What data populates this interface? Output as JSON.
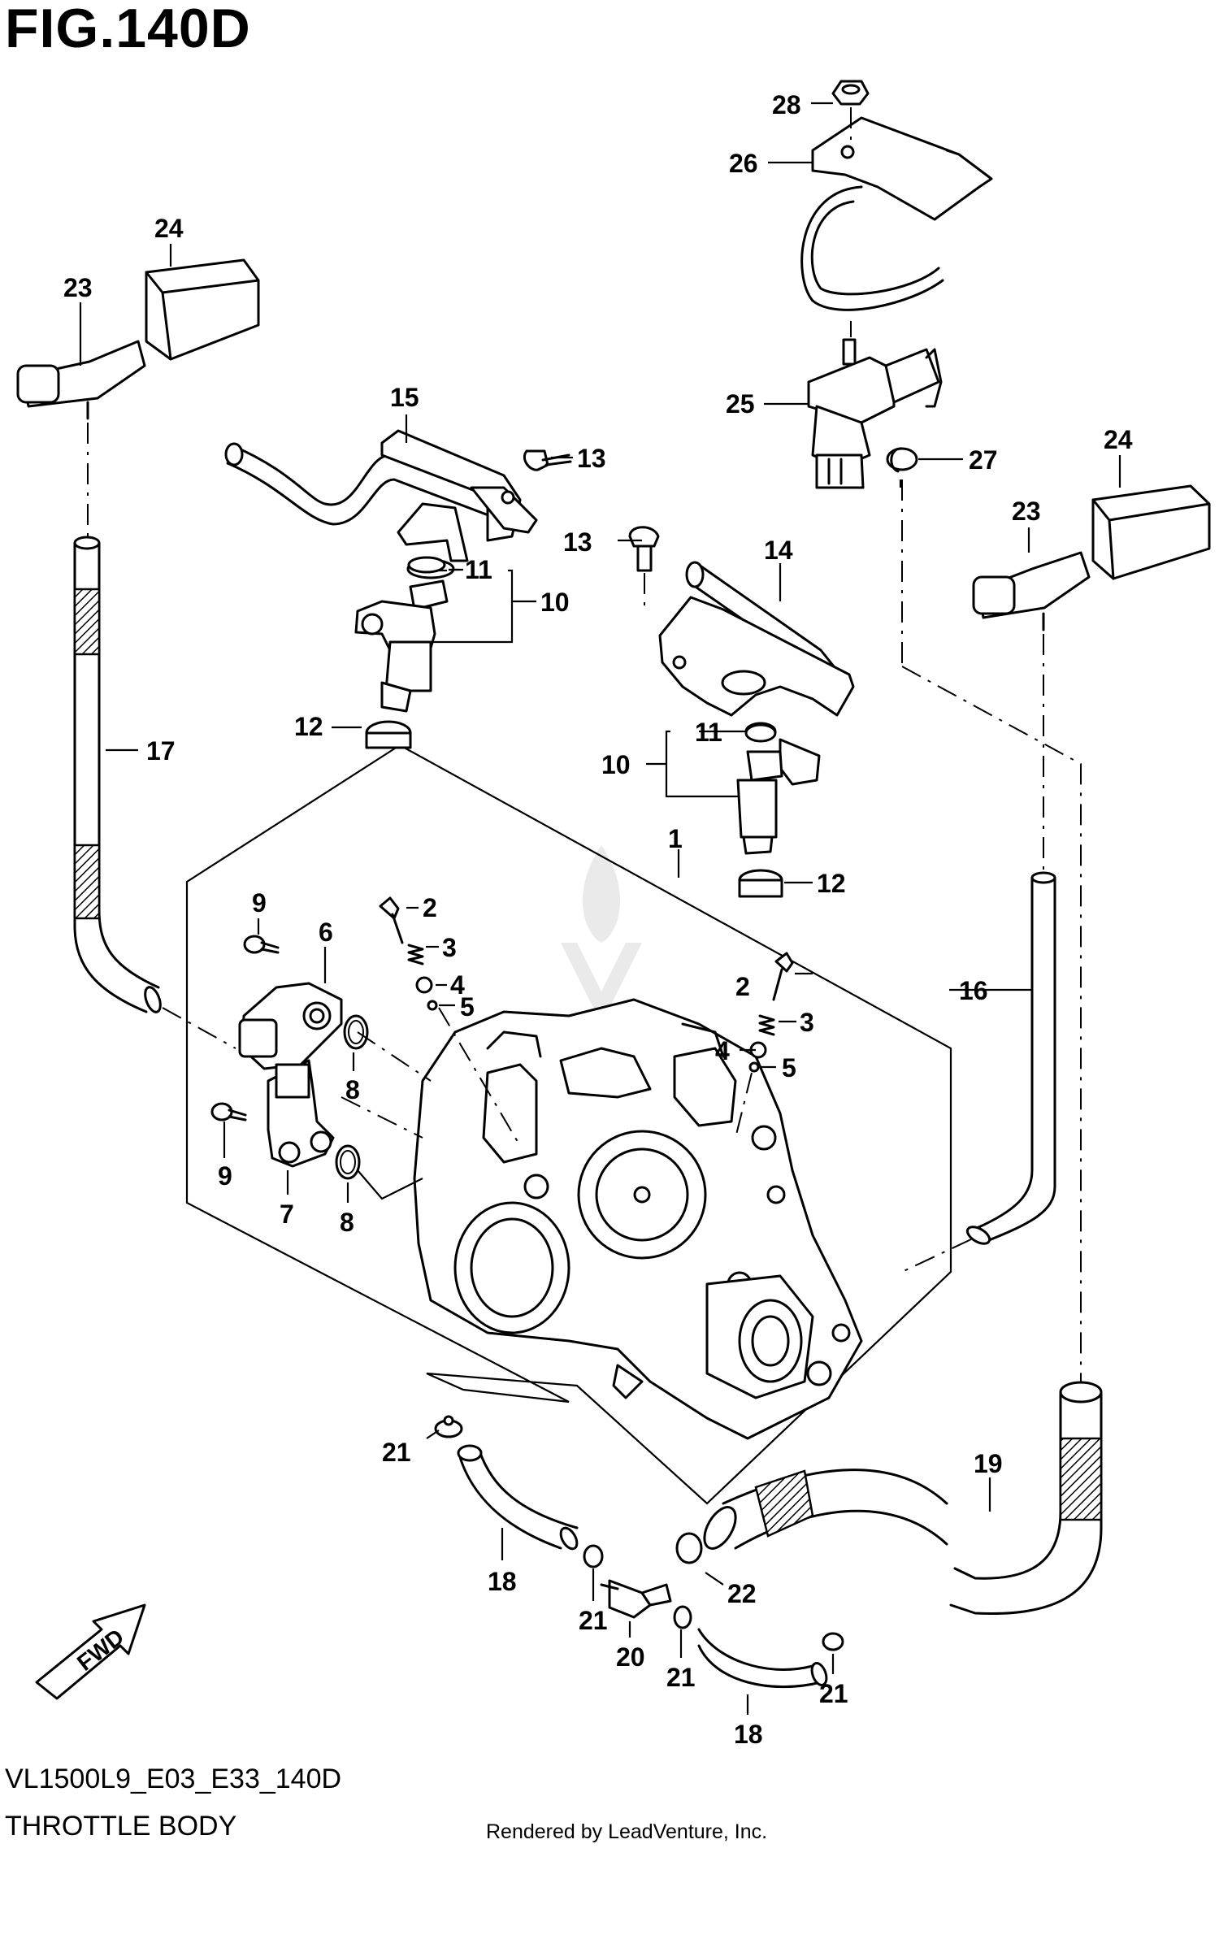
{
  "figure": {
    "title": "FIG.140D",
    "model_code": "VL1500L9_E03_E33_140D",
    "assembly_name": "THROTTLE BODY",
    "credit": "Rendered by LeadVenture, Inc.",
    "direction_label": "FWD"
  },
  "callouts": [
    {
      "id": "c1",
      "label": "1"
    },
    {
      "id": "c2a",
      "label": "2"
    },
    {
      "id": "c2b",
      "label": "2"
    },
    {
      "id": "c3a",
      "label": "3"
    },
    {
      "id": "c3b",
      "label": "3"
    },
    {
      "id": "c4a",
      "label": "4"
    },
    {
      "id": "c4b",
      "label": "4"
    },
    {
      "id": "c5a",
      "label": "5"
    },
    {
      "id": "c5b",
      "label": "5"
    },
    {
      "id": "c6",
      "label": "6"
    },
    {
      "id": "c7",
      "label": "7"
    },
    {
      "id": "c8a",
      "label": "8"
    },
    {
      "id": "c8b",
      "label": "8"
    },
    {
      "id": "c9a",
      "label": "9"
    },
    {
      "id": "c9b",
      "label": "9"
    },
    {
      "id": "c10a",
      "label": "10"
    },
    {
      "id": "c10b",
      "label": "10"
    },
    {
      "id": "c11a",
      "label": "11"
    },
    {
      "id": "c11b",
      "label": "11"
    },
    {
      "id": "c12a",
      "label": "12"
    },
    {
      "id": "c12b",
      "label": "12"
    },
    {
      "id": "c13a",
      "label": "13"
    },
    {
      "id": "c13b",
      "label": "13"
    },
    {
      "id": "c14",
      "label": "14"
    },
    {
      "id": "c15",
      "label": "15"
    },
    {
      "id": "c16",
      "label": "16"
    },
    {
      "id": "c17",
      "label": "17"
    },
    {
      "id": "c18a",
      "label": "18"
    },
    {
      "id": "c18b",
      "label": "18"
    },
    {
      "id": "c19",
      "label": "19"
    },
    {
      "id": "c20",
      "label": "20"
    },
    {
      "id": "c21a",
      "label": "21"
    },
    {
      "id": "c21b",
      "label": "21"
    },
    {
      "id": "c21c",
      "label": "21"
    },
    {
      "id": "c21d",
      "label": "21"
    },
    {
      "id": "c22",
      "label": "22"
    },
    {
      "id": "c23a",
      "label": "23"
    },
    {
      "id": "c23b",
      "label": "23"
    },
    {
      "id": "c24a",
      "label": "24"
    },
    {
      "id": "c24b",
      "label": "24"
    },
    {
      "id": "c25",
      "label": "25"
    },
    {
      "id": "c26",
      "label": "26"
    },
    {
      "id": "c27",
      "label": "27"
    },
    {
      "id": "c28",
      "label": "28"
    }
  ]
}
